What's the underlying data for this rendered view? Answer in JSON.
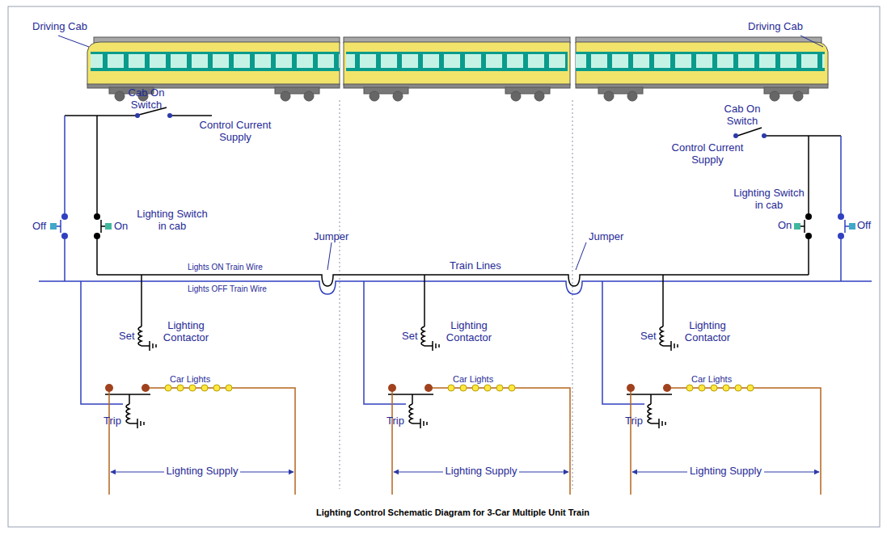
{
  "diagram": {
    "caption": "Lighting Control Schematic Diagram for 3-Car Multiple Unit Train",
    "labels": [
      "Driving Cab",
      "Driving Cab",
      "Cab On Switch",
      "Control Current Supply",
      "Off",
      "On",
      "Lighting Switch in cab",
      "Lights ON Train Wire",
      "Lights OFF Train Wire",
      "Jumper",
      "Train Lines",
      "Jumper",
      "Cab On Switch",
      "Control Current Supply",
      "Lighting Switch in cab",
      "On",
      "Off",
      "Lighting Contactor",
      "Set",
      "Car Lights",
      "Trip",
      "Lighting Supply",
      "Lighting Contactor",
      "Set",
      "Car Lights",
      "Trip",
      "Lighting Supply",
      "Lighting Contactor",
      "Set",
      "Car Lights",
      "Trip",
      "Lighting Supply"
    ]
  }
}
